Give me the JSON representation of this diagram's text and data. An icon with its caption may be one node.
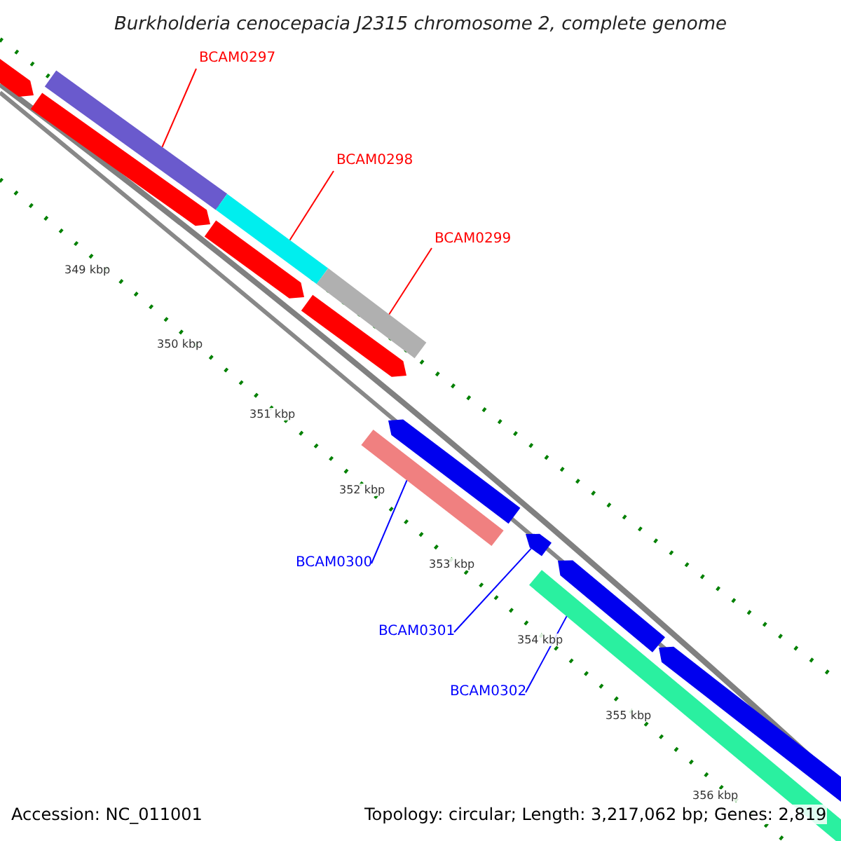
{
  "diagram": {
    "title": "Burkholderia cenocepacia J2315 chromosome 2, complete genome",
    "nodes": [
      {
        "text": [
          "BCAM0297"
        ]
      },
      {
        "text": [],
        "shape": "bar"
      },
      {
        "text": [
          "BCAM0298"
        ]
      },
      {
        "text": [],
        "shape": "bar"
      },
      {
        "text": [
          "BCAM0299"
        ]
      },
      {
        "text": [],
        "shape": "bar"
      },
      {
        "text": [
          "BCAM0300"
        ]
      },
      {
        "text": [],
        "shape": "bar"
      },
      {
        "text": [
          "BCAM0301"
        ]
      },
      {
        "text": [],
        "shape": "bar"
      },
      {
        "text": [
          "BCAM0302"
        ]
      },
      {
        "text": [],
        "shape": "bar"
      }
    ],
    "edges": [
      {
        "from": 0,
        "to": 1,
        "arrow": "none",
        "color": "#ff0000"
      },
      {
        "from": 2,
        "to": 3,
        "arrow": "none",
        "color": "#ff0000"
      },
      {
        "from": 4,
        "to": 5,
        "arrow": "none",
        "color": "#ff0000"
      },
      {
        "from": 6,
        "to": 7,
        "arrow": "none",
        "color": "#0000ff"
      },
      {
        "from": 8,
        "to": 9,
        "arrow": "none",
        "color": "#0000ff"
      },
      {
        "from": 10,
        "to": 11,
        "arrow": "none",
        "color": "#0000ff"
      }
    ],
    "labels": [
      "349 kbp",
      "350 kbp",
      "351 kbp",
      "352 kbp",
      "353 kbp",
      "354 kbp",
      "355 kbp",
      "356 kbp",
      "Accession: NC_011001",
      "Topology: circular; Length: 3,217,062 bp; Genes: 2,819"
    ]
  }
}
